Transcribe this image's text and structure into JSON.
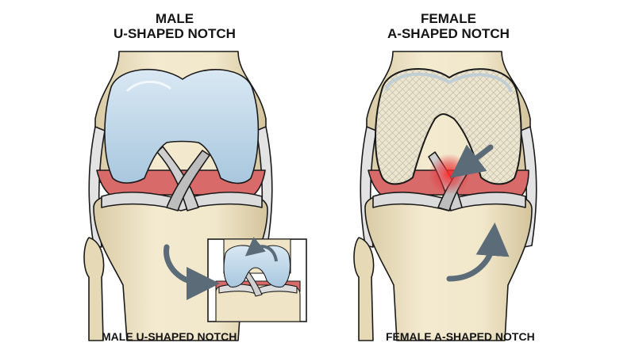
{
  "left": {
    "title_line1": "MALE",
    "title_line2": "U-SHAPED NOTCH",
    "caption": "MALE U-SHAPED NOTCH"
  },
  "right": {
    "title_line1": "FEMALE",
    "title_line2": "A-SHAPED NOTCH",
    "caption": "FEMALE A-SHAPED NOTCH"
  },
  "colors": {
    "bone": "#efe4c6",
    "cartilage": "#bcd6e8",
    "cartilage_textured": "#ece5cf",
    "meniscus": "#dcdcdc",
    "synovium": "#d96a6a",
    "ligament": "#cfcfcf",
    "highlight": "#e4363c",
    "arrow": "#5b6b78",
    "outline": "#1a1a1a"
  },
  "icons": {
    "inset": "zoom-inset",
    "left_arrow": "curved-arrow-icon",
    "right_arrow": "curved-arrow-icon"
  }
}
